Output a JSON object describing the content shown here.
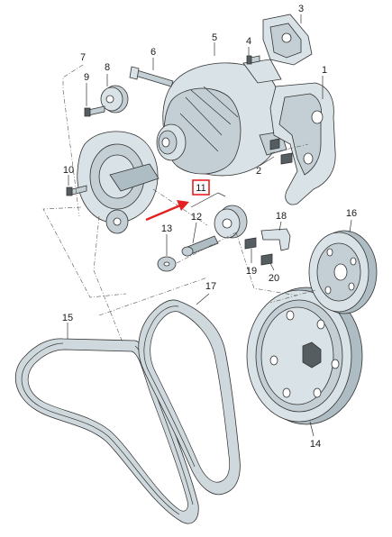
{
  "diagram": {
    "callouts": [
      {
        "id": "1",
        "text": "1"
      },
      {
        "id": "2",
        "text": "2"
      },
      {
        "id": "3",
        "text": "3"
      },
      {
        "id": "4",
        "text": "4"
      },
      {
        "id": "5",
        "text": "5"
      },
      {
        "id": "6",
        "text": "6"
      },
      {
        "id": "7",
        "text": "7"
      },
      {
        "id": "8",
        "text": "8"
      },
      {
        "id": "9",
        "text": "9"
      },
      {
        "id": "10",
        "text": "10"
      },
      {
        "id": "11",
        "text": "11"
      },
      {
        "id": "12",
        "text": "12"
      },
      {
        "id": "13",
        "text": "13"
      },
      {
        "id": "14",
        "text": "14"
      },
      {
        "id": "15",
        "text": "15"
      },
      {
        "id": "16",
        "text": "16"
      },
      {
        "id": "17",
        "text": "17"
      },
      {
        "id": "18",
        "text": "18"
      },
      {
        "id": "19",
        "text": "19"
      },
      {
        "id": "20",
        "text": "20"
      }
    ],
    "highlighted_callout": "11",
    "colors": {
      "highlight": "#e32222",
      "line": "#333333",
      "metal_light": "#d9e2e6",
      "metal_mid": "#c3cfd4",
      "metal_shade": "#aebcc3"
    }
  }
}
